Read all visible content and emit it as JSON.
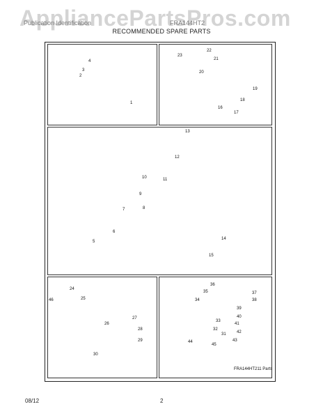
{
  "watermark": "AppliancePartsPros.com",
  "header": {
    "left_faded": "Publication Identification",
    "right_faded": "FRA144HT2",
    "title": "RECOMMENDED SPARE PARTS"
  },
  "panels": {
    "top_left": {
      "parts": [
        "1",
        "2",
        "3",
        "4"
      ]
    },
    "top_right": {
      "parts": [
        "16",
        "17",
        "18",
        "19",
        "20",
        "21",
        "22",
        "23"
      ]
    },
    "middle": {
      "parts": [
        "5",
        "6",
        "7",
        "8",
        "9",
        "10",
        "11",
        "12",
        "13",
        "14",
        "15"
      ]
    },
    "bottom_left": {
      "parts": [
        "24",
        "25",
        "26",
        "27",
        "28",
        "29",
        "30",
        "46"
      ]
    },
    "bottom_right": {
      "parts": [
        "31",
        "32",
        "33",
        "34",
        "35",
        "36",
        "37",
        "38",
        "39",
        "40",
        "41",
        "42",
        "43",
        "44",
        "45"
      ],
      "caption": "FRA144HT211 Parts"
    }
  },
  "footer": {
    "date": "08/12",
    "page": "2"
  }
}
